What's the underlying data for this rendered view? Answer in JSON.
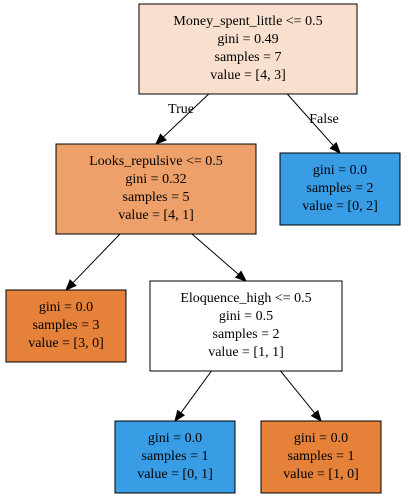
{
  "tree": {
    "nodes": [
      {
        "id": "root",
        "lines": [
          "Money_spent_little <= 0.5",
          "gini = 0.49",
          "samples = 7",
          "value = [4, 3]"
        ],
        "fill": "#f9e0ce"
      },
      {
        "id": "left",
        "lines": [
          "Looks_repulsive <= 0.5",
          "gini = 0.32",
          "samples = 5",
          "value = [4, 1]"
        ],
        "fill": "#eda06a"
      },
      {
        "id": "right",
        "lines": [
          "gini = 0.0",
          "samples = 2",
          "value = [0, 2]"
        ],
        "fill": "#399de5"
      },
      {
        "id": "left-left",
        "lines": [
          "gini = 0.0",
          "samples = 3",
          "value = [3, 0]"
        ],
        "fill": "#e58139"
      },
      {
        "id": "left-right",
        "lines": [
          "Eloquence_high <= 0.5",
          "gini = 0.5",
          "samples = 2",
          "value = [1, 1]"
        ],
        "fill": "#ffffff"
      },
      {
        "id": "left-right-left",
        "lines": [
          "gini = 0.0",
          "samples = 1",
          "value = [0, 1]"
        ],
        "fill": "#399de5"
      },
      {
        "id": "left-right-right",
        "lines": [
          "gini = 0.0",
          "samples = 1",
          "value = [1, 0]"
        ],
        "fill": "#e58139"
      }
    ],
    "edges": [
      {
        "from": "root",
        "to": "left",
        "label": "True"
      },
      {
        "from": "root",
        "to": "right",
        "label": "False"
      },
      {
        "from": "left",
        "to": "left-left",
        "label": ""
      },
      {
        "from": "left",
        "to": "left-right",
        "label": ""
      },
      {
        "from": "left-right",
        "to": "left-right-left",
        "label": ""
      },
      {
        "from": "left-right",
        "to": "left-right-right",
        "label": ""
      }
    ]
  }
}
